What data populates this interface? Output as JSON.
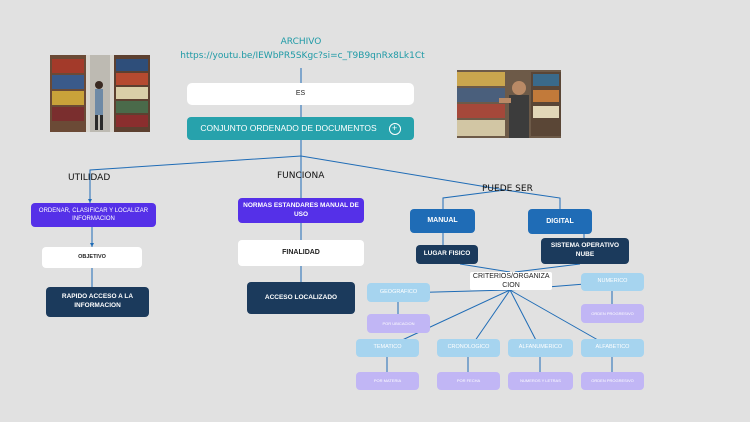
{
  "header": {
    "archivo": "ARCHIVO",
    "link": "https://youtu.be/IEWbPR5SKgc?si=c_T9B9qnRx8Lk1Ct"
  },
  "nodes": {
    "es": "ES",
    "conjunto": "CONJUNTO ORDENADO DE DOCUMENTOS",
    "utilidad": "UTILIDAD",
    "funciona": "FUNCIONA",
    "puede_ser": "PUEDE SER",
    "ordenar": "ORDENAR, CLASIFICAR Y LOCALIZAR INFORMACION",
    "objetivo": "OBJETIVO",
    "rapido": "RAPIDO ACCESO A LA INFORMACION",
    "normas": "NORMAS ESTANDARES MANUAL DE USO",
    "finalidad": "FINALIDAD",
    "acceso": "ACCESO LOCALIZADO",
    "manual": "MANUAL",
    "digital": "DIGITAL",
    "lugar": "LUGAR FISICO",
    "sistema": "SISTEMA OPERATIVO NUBE",
    "criterios": "CRITERIOS/ORGANIZA CION",
    "geografico": "GEOGRAFICO",
    "por_ubicacion": "POR UBICACION",
    "numerico": "NUMERICO",
    "orden_progresivo_1": "ORDEN PROGRESIVO",
    "tematico": "TEMATICO",
    "por_materia": "POR MATERIA",
    "cronologico": "CRONOLOGICO",
    "por_fecha": "POR FECHA",
    "alfanumerico": "ALFANUMERICO",
    "numeros_letras": "NUMEROS Y LETRAS",
    "alfabetico": "ALFABETICO",
    "orden_progresivo_2": "ORDEN PROGRESIVO"
  },
  "icons": {
    "add": "add-circle-icon",
    "photo_left": "bookshelf-photo-icon",
    "photo_right": "librarian-photo-icon"
  },
  "colors": {
    "background": "#e1e1e1",
    "teal": "#27a2ac",
    "purple": "#5530e8",
    "blue": "#1f6cb6",
    "navy": "#1b3a5c",
    "light_blue": "#a6d4ef",
    "lavender": "#c1b6f5",
    "connector": "#1f6cb6"
  }
}
